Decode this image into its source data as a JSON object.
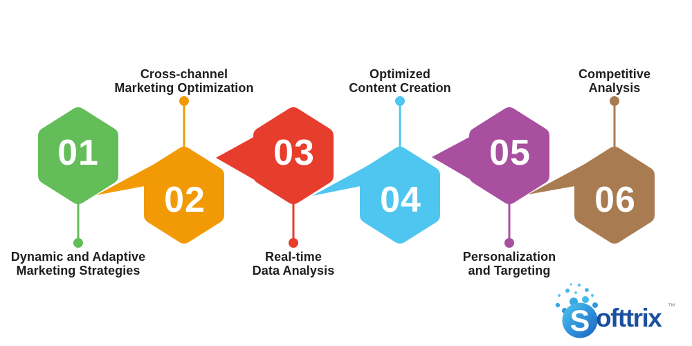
{
  "background_color": "#ffffff",
  "label_text_color": "#1e1e1e",
  "number_text_color": "#ffffff",
  "steps": [
    {
      "number": "01",
      "color": "#63BD58",
      "label_line1": "Dynamic and Adaptive",
      "label_line2": "Marketing Strategies",
      "label_position": "below"
    },
    {
      "number": "02",
      "color": "#F29A06",
      "label_line1": "Cross-channel",
      "label_line2": "Marketing Optimization",
      "label_position": "above"
    },
    {
      "number": "03",
      "color": "#E73D2C",
      "label_line1": "Real-time",
      "label_line2": "Data Analysis",
      "label_position": "below"
    },
    {
      "number": "04",
      "color": "#4FC6F0",
      "label_line1": "Optimized",
      "label_line2": "Content Creation",
      "label_position": "above"
    },
    {
      "number": "05",
      "color": "#A94FA0",
      "label_line1": "Personalization",
      "label_line2": "and Targeting",
      "label_position": "below"
    },
    {
      "number": "06",
      "color": "#A97B50",
      "label_line1": "Competitive",
      "label_line2": "Analysis",
      "label_position": "above"
    }
  ],
  "logo": {
    "s": "S",
    "rest": "ofttrix",
    "trademark": "™",
    "text_color": "#1B4FA0",
    "circle_gradient_start": "#55C8F0",
    "circle_gradient_mid": "#2D8FD9",
    "circle_gradient_end": "#1B63BE"
  }
}
